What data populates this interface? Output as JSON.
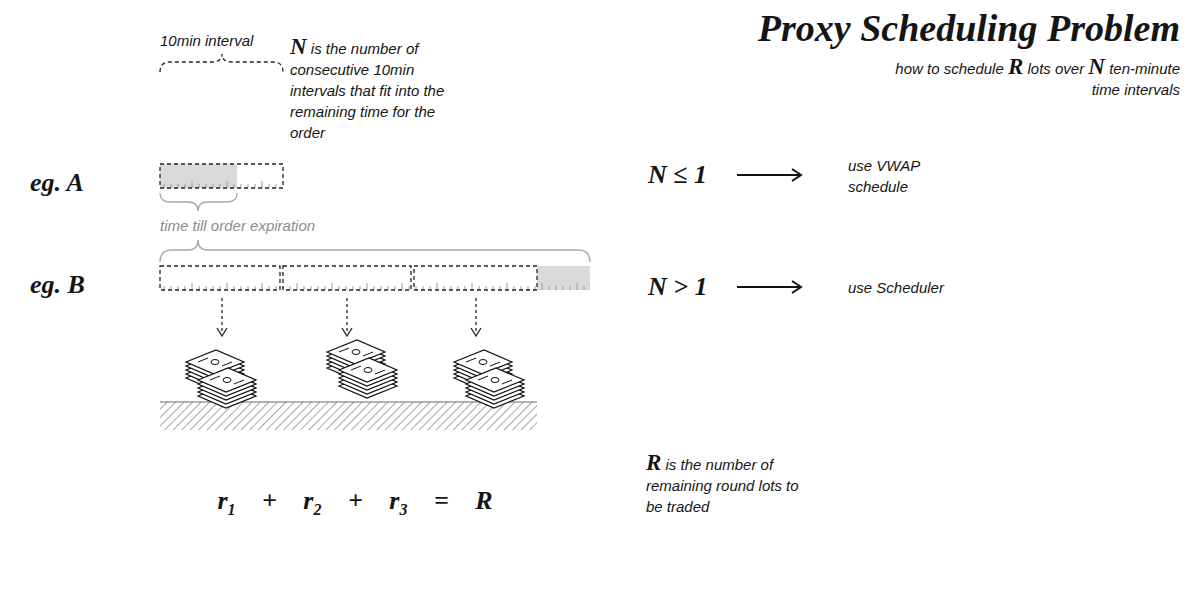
{
  "diagram": {
    "title": "Proxy Scheduling Problem",
    "labels": [
      "how to schedule R lots over N ten-minute time intervals",
      "10min interval",
      "N is the number of consecutive 10min intervals that fit into the remaining time for the order",
      "eg. A",
      "N ≤ 1",
      "use VWAP schedule",
      "time till order expiration",
      "eg. B",
      "N > 1",
      "use Scheduler",
      "R is the number of remaining round lots to be traded",
      "r1 + r2 + r3 = R"
    ]
  }
}
